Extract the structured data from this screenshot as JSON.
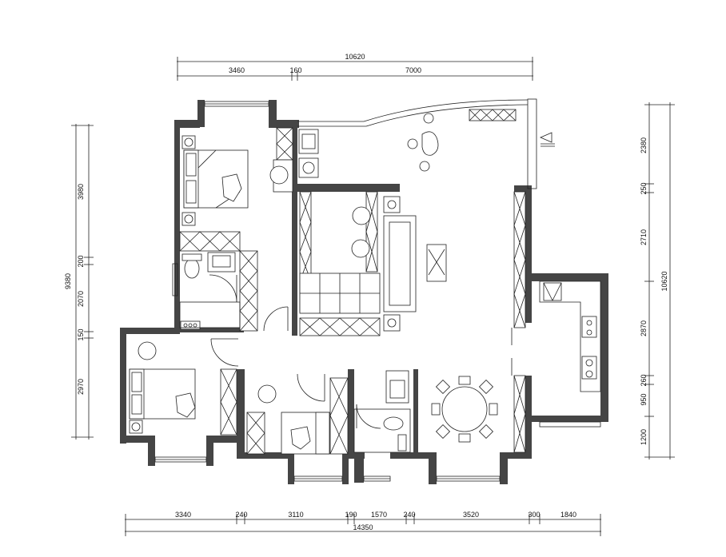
{
  "dimensions": {
    "top_total": "10620",
    "top": [
      "3460",
      "160",
      "7000"
    ],
    "bottom": [
      "3340",
      "240",
      "3110",
      "190",
      "1570",
      "240",
      "3520",
      "300",
      "1840"
    ],
    "bottom_total": "14350",
    "left": [
      "3980",
      "200",
      "2070",
      "150",
      "2970"
    ],
    "left_total": "9380",
    "right": [
      "2380",
      "250",
      "2710",
      "2870",
      "260",
      "950",
      "1200"
    ],
    "right_total": "10620"
  }
}
